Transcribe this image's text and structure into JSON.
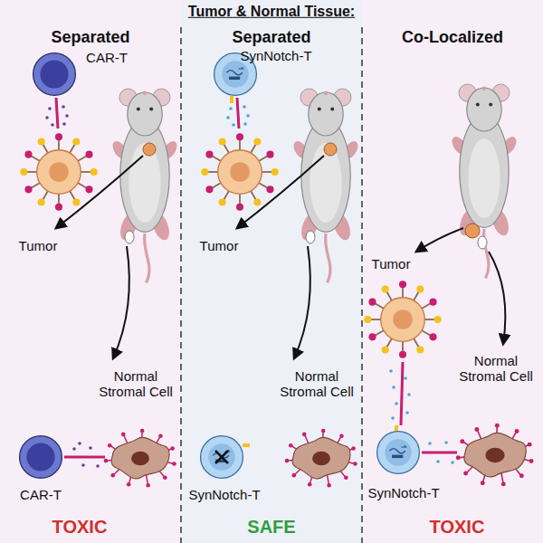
{
  "diagram": {
    "title": "Tumor & Normal Tissue:",
    "labels": [
      "Separated",
      "Separated",
      "Co-Localized",
      "CAR-T",
      "Tumor",
      "Normal Stromal Cell",
      "CAR-T",
      "TOXIC",
      "SynNotch-T",
      "Tumor",
      "Normal Stromal Cell",
      "SynNotch-T",
      "SAFE",
      "Tumor",
      "Normal Stromal Cell",
      "SynNotch-T",
      "TOXIC"
    ]
  }
}
